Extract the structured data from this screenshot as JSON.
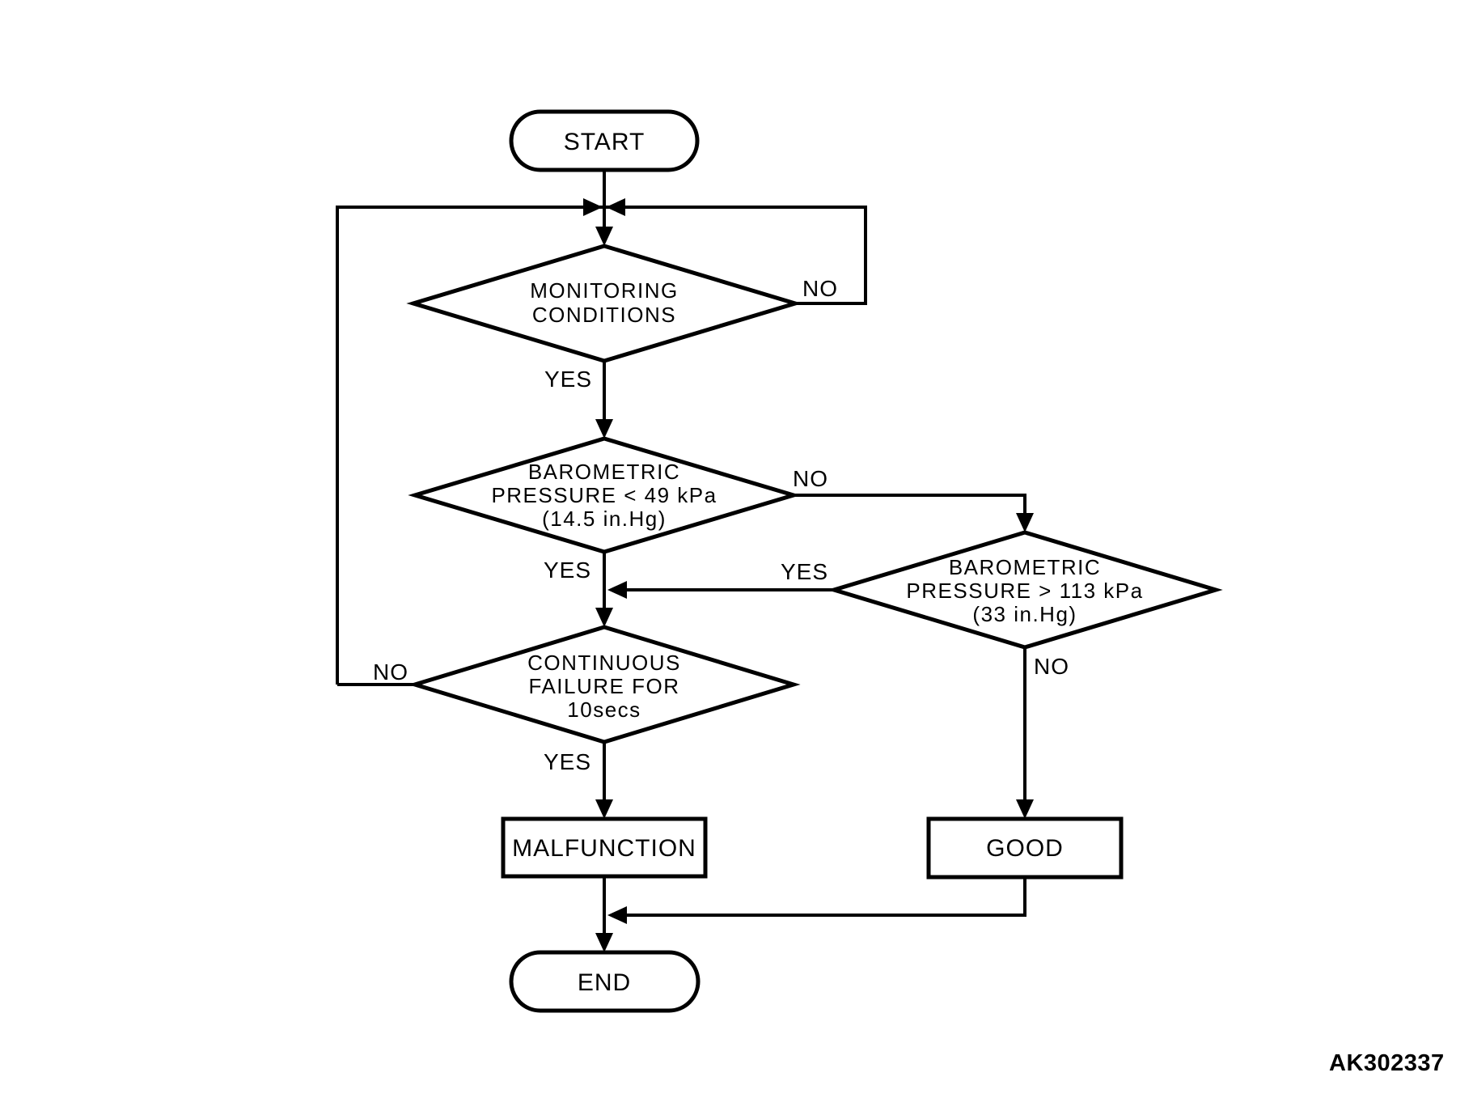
{
  "diagram": {
    "background": "#ffffff",
    "line_color": "#000000",
    "text_color": "#000000",
    "figure_id": "AK302337",
    "nodes": {
      "start": {
        "label": "START"
      },
      "monitoring_conditions": {
        "line1": "MONITORING",
        "line2": "CONDITIONS"
      },
      "barometric_low": {
        "line1": "BAROMETRIC",
        "line2": "PRESSURE < 49 kPa",
        "line3": "(14.5 in.Hg)"
      },
      "barometric_high": {
        "line1": "BAROMETRIC",
        "line2": "PRESSURE > 113 kPa",
        "line3": "(33 in.Hg)"
      },
      "continuous_failure": {
        "line1": "CONTINUOUS",
        "line2": "FAILURE FOR",
        "line3": "10secs"
      },
      "malfunction": {
        "label": "MALFUNCTION"
      },
      "good": {
        "label": "GOOD"
      },
      "end": {
        "label": "END"
      }
    },
    "edge_labels": {
      "monitoring_no": "NO",
      "monitoring_yes": "YES",
      "barometric_low_no": "NO",
      "barometric_low_yes": "YES",
      "barometric_high_yes": "YES",
      "barometric_high_no": "NO",
      "continuous_failure_no": "NO",
      "continuous_failure_yes": "YES"
    }
  }
}
